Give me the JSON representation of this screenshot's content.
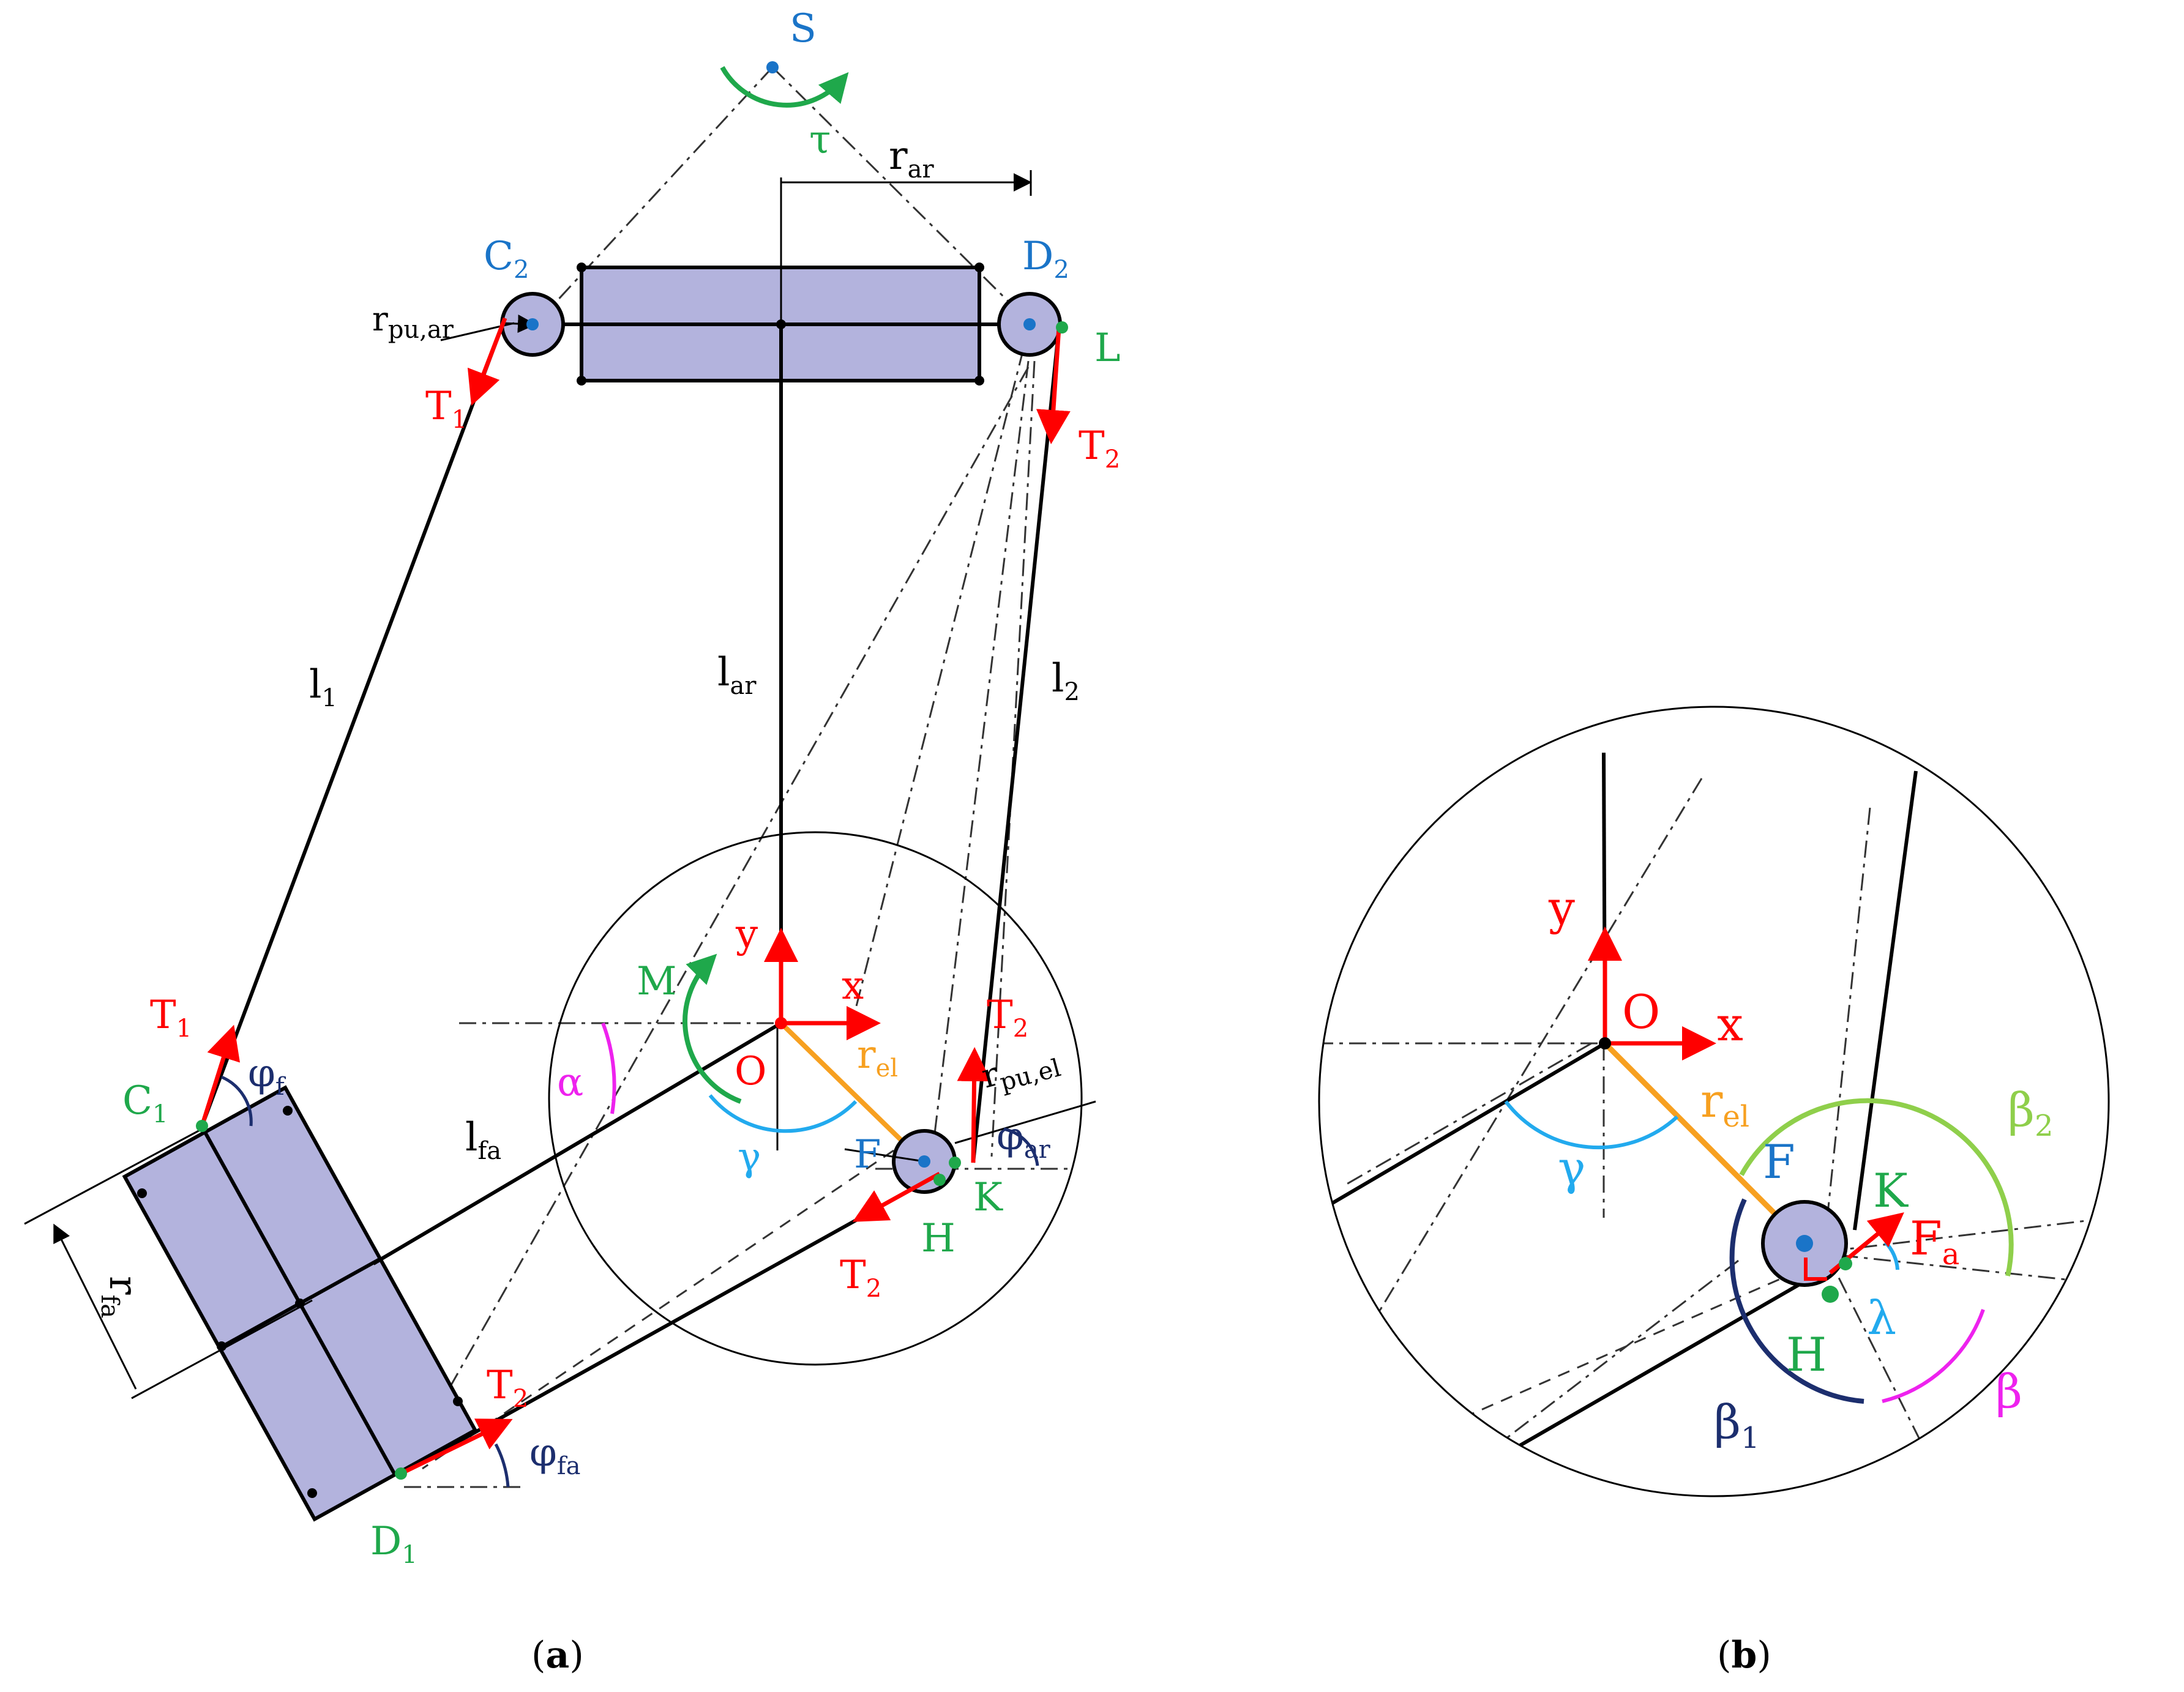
{
  "colors": {
    "structure": "#000000",
    "body_fill": "#b3b3dd",
    "force": "#ff0000",
    "point_blue": "#1a74c8",
    "point_green": "#1fa84b",
    "torque": "#1fa84b",
    "gamma": "#22aaee",
    "alpha": "#ee22ee",
    "r_el": "#f7a020",
    "phi": "#1c2e6e",
    "beta1": "#1c2e6e",
    "beta2": "#8fcf4b",
    "beta": "#ee22ee",
    "lambda": "#22aaee"
  },
  "panel_a": {
    "points": {
      "S": "S",
      "C2": "C",
      "C2_sub": "2",
      "D2": "D",
      "D2_sub": "2",
      "L": "L",
      "C1": "C",
      "C1_sub": "1",
      "D1": "D",
      "D1_sub": "1",
      "O": "O",
      "F": "F",
      "H": "H",
      "K": "K"
    },
    "lengths": {
      "l1": "l",
      "l1_sub": "1",
      "l2": "l",
      "l2_sub": "2",
      "lar": "l",
      "lar_sub": "ar",
      "lfa": "l",
      "lfa_sub": "fa",
      "rar": "r",
      "rar_sub": "ar",
      "rel": "r",
      "rel_sub": "el",
      "rfa": "r",
      "rfa_sub": "fa",
      "rpu_ar": "r",
      "rpu_ar_sub": "pu,ar",
      "rpu_el": "r",
      "rpu_el_sub": "pu,el"
    },
    "forces": {
      "T1_top": "T",
      "T1_top_sub": "1",
      "T1_bottom": "T",
      "T1_bottom_sub": "1",
      "T2_top": "T",
      "T2_top_sub": "2",
      "T2_mid": "T",
      "T2_mid_sub": "2",
      "T2_low": "T",
      "T2_low_sub": "2",
      "T2_fa": "T",
      "T2_fa_sub": "2"
    },
    "angles": {
      "tau": "τ",
      "M": "M",
      "alpha": "α",
      "gamma": "γ",
      "phi_f": "φ",
      "phi_f_sub": "f",
      "phi_ar": "φ",
      "phi_ar_sub": "ar",
      "phi_fa": "φ",
      "phi_fa_sub": "fa"
    },
    "axes": {
      "x": "x",
      "y": "y"
    },
    "caption_open": "(",
    "caption_letter": "a",
    "caption_close": ")"
  },
  "panel_b": {
    "points": {
      "O": "O",
      "F": "F",
      "K": "K",
      "H": "H"
    },
    "axes": {
      "x": "x",
      "y": "y"
    },
    "labels": {
      "rel": "r",
      "rel_sub": "el",
      "Fa": "F",
      "Fa_sub": "a",
      "gamma": "γ",
      "lambda": "λ",
      "beta": "β",
      "beta1": "β",
      "beta1_sub": "1",
      "beta2": "β",
      "beta2_sub": "2"
    },
    "caption_open": "(",
    "caption_letter": "b",
    "caption_close": ")"
  }
}
